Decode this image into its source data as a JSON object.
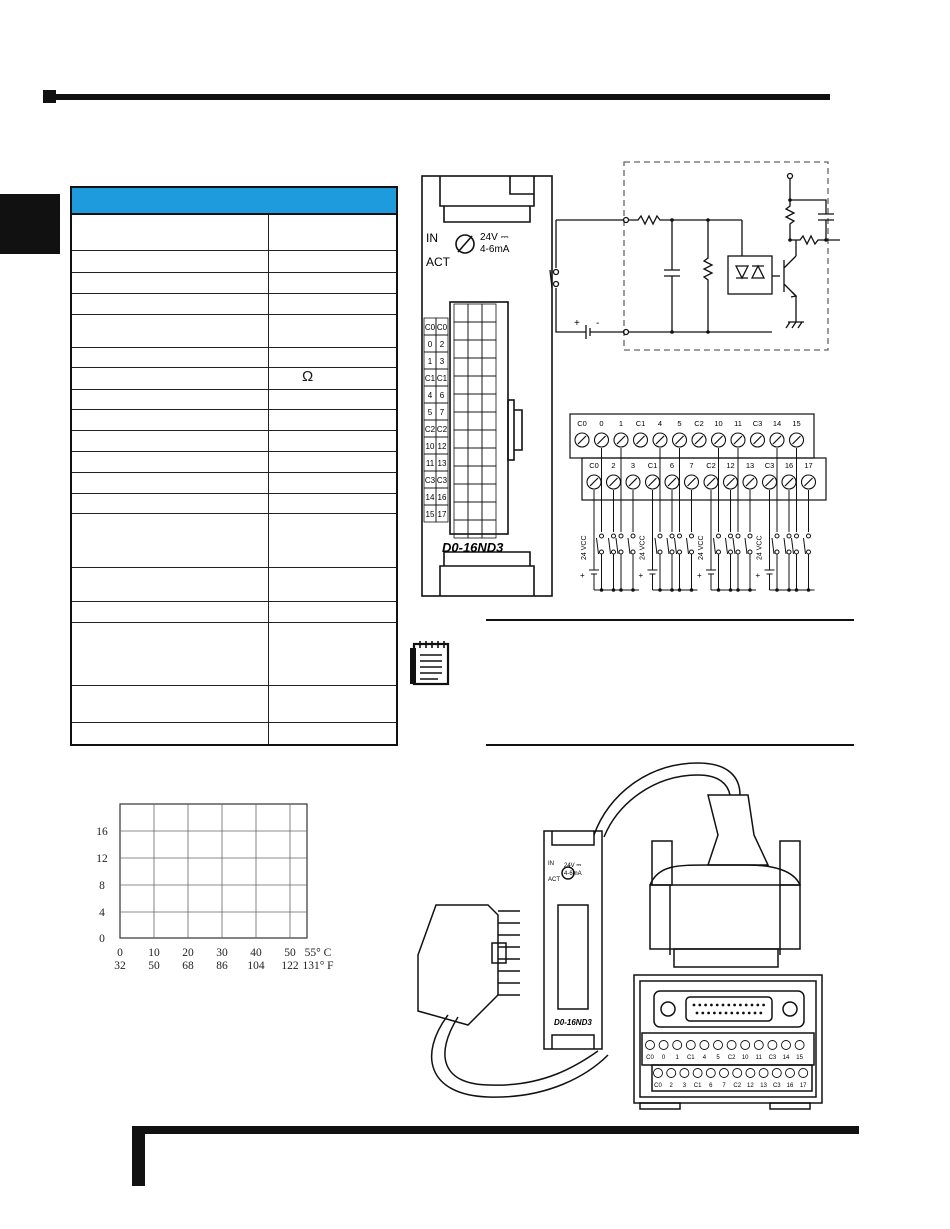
{
  "module": {
    "name": "D0-16ND3",
    "indicator_top": "IN",
    "indicator_bottom": "ACT",
    "rating_line1": "24V ⎓",
    "rating_line2": "4-6mA",
    "terminal_pairs": [
      [
        "C0",
        "C0"
      ],
      [
        "0",
        "2"
      ],
      [
        "1",
        "3"
      ],
      [
        "C1",
        "C1"
      ],
      [
        "4",
        "6"
      ],
      [
        "5",
        "7"
      ],
      [
        "C2",
        "C2"
      ],
      [
        "10",
        "12"
      ],
      [
        "11",
        "13"
      ],
      [
        "C3",
        "C3"
      ],
      [
        "14",
        "16"
      ],
      [
        "15",
        "17"
      ]
    ]
  },
  "spec_table": {
    "symbols": {
      "ohm": "Ω"
    }
  },
  "terminal_block": {
    "top_row": [
      "C0",
      "0",
      "1",
      "C1",
      "4",
      "5",
      "C2",
      "10",
      "11",
      "C3",
      "14",
      "15"
    ],
    "bottom_row": [
      "C0",
      "2",
      "3",
      "C1",
      "6",
      "7",
      "C2",
      "12",
      "13",
      "C3",
      "16",
      "17"
    ],
    "supply_label": "24 VCC"
  },
  "schematic": {
    "plus": "+",
    "minus": "-"
  },
  "derating_chart": {
    "y_ticks": [
      "16",
      "12",
      "8",
      "4",
      "0"
    ],
    "x_ticks_c": [
      "0",
      "10",
      "20",
      "30",
      "40",
      "50",
      "55° C"
    ],
    "x_ticks_f": [
      "32",
      "50",
      "68",
      "86",
      "104",
      "122",
      "131° F"
    ]
  },
  "cable_illustration": {
    "module_name": "D0-16ND3",
    "rating_line1": "24V ⎓",
    "rating_line2": "4-6mA",
    "indicator_top": "IN",
    "indicator_bottom": "ACT",
    "board_top_row": [
      "C0",
      "0",
      "1",
      "C1",
      "4",
      "5",
      "C2",
      "10",
      "11",
      "C3",
      "14",
      "15"
    ],
    "board_bottom_row": [
      "C0",
      "2",
      "3",
      "C1",
      "6",
      "7",
      "C2",
      "12",
      "13",
      "C3",
      "16",
      "17"
    ]
  },
  "colors": {
    "table_header": "#1d9bdc",
    "ink": "#111111"
  }
}
